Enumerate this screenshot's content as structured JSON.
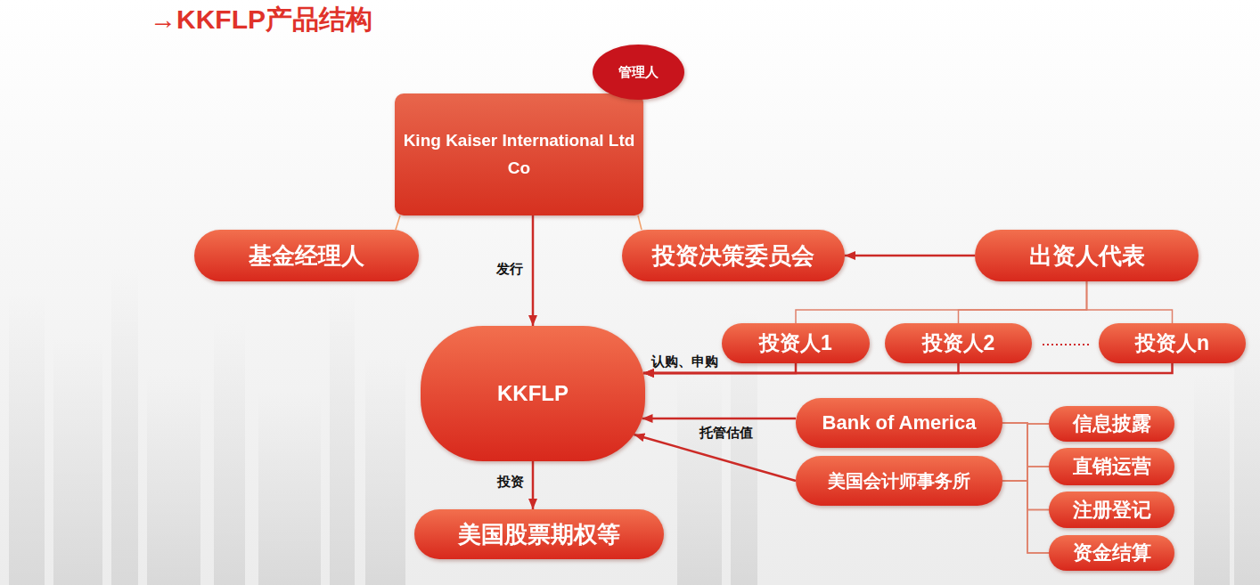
{
  "diagram": {
    "title": "→KKFLP产品结构",
    "nodes": [
      {
        "text": [
          "King Kaiser International Ltd Co"
        ]
      },
      {
        "text": [
          "管理人"
        ]
      },
      {
        "text": [
          "基金经理人"
        ]
      },
      {
        "text": [
          "投资决策委员会"
        ]
      },
      {
        "text": [
          "出资人代表"
        ]
      },
      {
        "text": [
          "投资人1"
        ]
      },
      {
        "text": [
          "投资人2"
        ]
      },
      {
        "text": [
          "投资人n"
        ]
      },
      {
        "text": [
          "KKFLP"
        ]
      },
      {
        "text": [
          "Bank of America"
        ]
      },
      {
        "text": [
          "美国会计师事务所"
        ]
      },
      {
        "text": [
          "信息披露"
        ]
      },
      {
        "text": [
          "直销运营"
        ]
      },
      {
        "text": [
          "注册登记"
        ]
      },
      {
        "text": [
          "资金结算"
        ]
      },
      {
        "text": [
          "美国股票期权等"
        ]
      }
    ],
    "edges": [
      {
        "from": 0,
        "to": 2,
        "arrow": "none"
      },
      {
        "from": 0,
        "to": 3,
        "arrow": "none"
      },
      {
        "from": 0,
        "to": 8,
        "label": "发行",
        "arrow": "to"
      },
      {
        "from": 4,
        "to": 3,
        "arrow": "to"
      },
      {
        "from": 4,
        "to": 5,
        "arrow": "none"
      },
      {
        "from": 4,
        "to": 6,
        "arrow": "none"
      },
      {
        "from": 4,
        "to": 7,
        "arrow": "none"
      },
      {
        "from": 5,
        "to": 8,
        "label": "认购、申购",
        "arrow": "to"
      },
      {
        "from": 6,
        "to": 8,
        "arrow": "to"
      },
      {
        "from": 7,
        "to": 8,
        "arrow": "to"
      },
      {
        "from": 9,
        "to": 8,
        "label": "托管估值",
        "arrow": "to"
      },
      {
        "from": 10,
        "to": 8,
        "arrow": "to"
      },
      {
        "from": 9,
        "to": 11,
        "arrow": "none"
      },
      {
        "from": 9,
        "to": 12,
        "arrow": "none"
      },
      {
        "from": 9,
        "to": 13,
        "arrow": "none"
      },
      {
        "from": 9,
        "to": 14,
        "arrow": "none"
      },
      {
        "from": 10,
        "to": 11,
        "arrow": "none"
      },
      {
        "from": 10,
        "to": 12,
        "arrow": "none"
      },
      {
        "from": 10,
        "to": 13,
        "arrow": "none"
      },
      {
        "from": 10,
        "to": 14,
        "arrow": "none"
      },
      {
        "from": 8,
        "to": 15,
        "label": "投资",
        "arrow": "to"
      }
    ]
  }
}
